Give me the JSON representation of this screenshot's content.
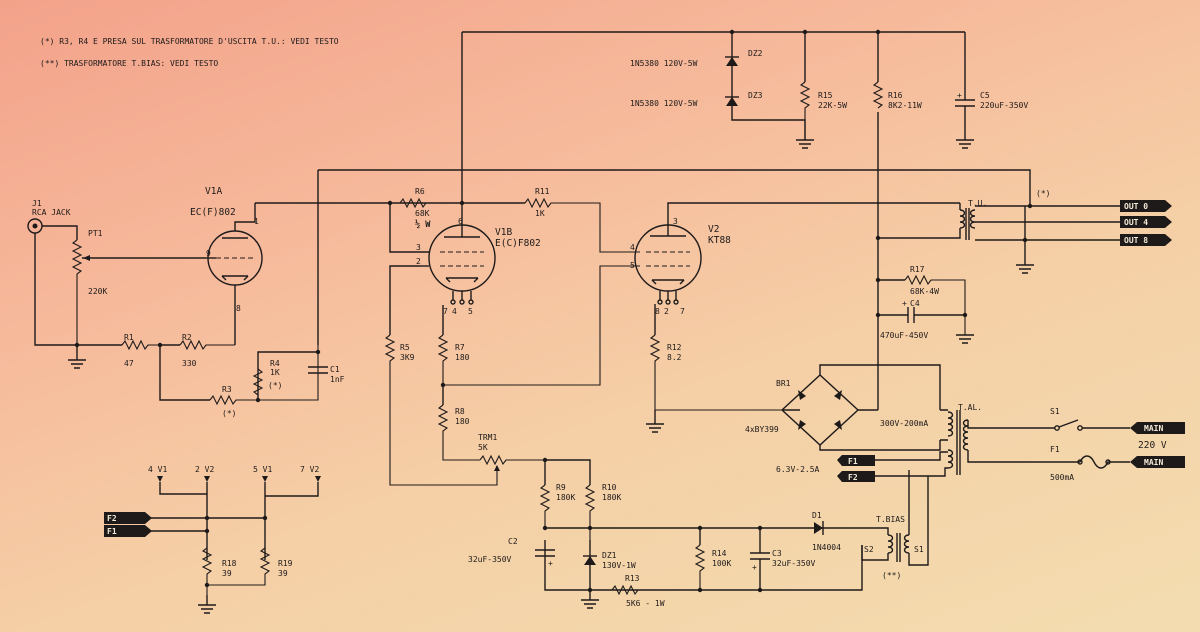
{
  "notes": {
    "note1": "(*) R3, R4 E PRESA SUL TRASFORMATORE D'USCITA T.U.: VEDI TESTO",
    "note2": "(**) TRASFORMATORE T.BIAS: VEDI TESTO"
  },
  "input": {
    "jack_ref": "J1",
    "jack_label": "RCA JACK",
    "pot_ref": "PT1",
    "pot_value": "220K"
  },
  "tubes": {
    "v1a_ref": "V1A",
    "v1a_type": "EC(F)802",
    "v1b_ref": "V1B",
    "v1b_type": "E(C)F802",
    "v2_ref": "V2",
    "v2_type": "KT88"
  },
  "pins": {
    "v1a_1": "1",
    "v1a_9": "9",
    "v1a_8": "8",
    "v1b_6": "6",
    "v1b_3": "3",
    "v1b_2": "2",
    "v1b_7": "7",
    "v1b_4": "4",
    "v1b_5": "5",
    "v2_3": "3",
    "v2_4": "4",
    "v2_5": "5",
    "v2_8": "8",
    "v2_2": "2",
    "v2_7": "7"
  },
  "resistors": {
    "r1_ref": "R1",
    "r1_val": "47",
    "r2_ref": "R2",
    "r2_val": "330",
    "r3_ref": "R3",
    "r3_val": "(*)",
    "r4_ref": "R4",
    "r4_val": "1K",
    "r4_note": "(*)",
    "r5_ref": "R5",
    "r5_val": "3K9",
    "r6_ref": "R6",
    "r6_val": "68K",
    "r6_watt": "½ W",
    "r7_ref": "R7",
    "r7_val": "180",
    "r8_ref": "R8",
    "r8_val": "180",
    "r9_ref": "R9",
    "r9_val": "180K",
    "r10_ref": "R10",
    "r10_val": "180K",
    "r11_ref": "R11",
    "r11_val": "1K",
    "r12_ref": "R12",
    "r12_val": "8.2",
    "r13_ref": "R13",
    "r13_val": "5K6 - 1W",
    "r14_ref": "R14",
    "r14_val": "100K",
    "r15_ref": "R15",
    "r15_val": "22K-5W",
    "r16_ref": "R16",
    "r16_val": "8K2-11W",
    "r17_ref": "R17",
    "r17_val": "68K-4W",
    "r18_ref": "R18",
    "r18_val": "39",
    "r19_ref": "R19",
    "r19_val": "39"
  },
  "capacitors": {
    "c1_ref": "C1",
    "c1_val": "1nF",
    "c2_ref": "C2",
    "c2_val": "32uF-350V",
    "c3_ref": "C3",
    "c3_val": "32uF-350V",
    "c4_ref": "C4",
    "c4_val": "470uF-450V",
    "c5_ref": "C5",
    "c5_val": "220uF-350V"
  },
  "semis": {
    "dz1_ref": "DZ1",
    "dz1_val": "130V-1W",
    "dz2_ref": "DZ2",
    "dz2_val": "1N5380 120V-5W",
    "dz3_ref": "DZ3",
    "dz3_val": "1N5380 120V-5W",
    "d1_ref": "D1",
    "d1_val": "1N4004",
    "br1_ref": "BR1",
    "br1_val": "4xBY399",
    "trm1_ref": "TRM1",
    "trm1_val": "5K"
  },
  "transformers": {
    "tu_ref": "T.U.",
    "tu_note": "(*)",
    "tal_ref": "T.AL.",
    "tal_hv": "300V-200mA",
    "tal_lv": "6.3V-2.5A",
    "tbias_ref": "T.BIAS",
    "tbias_s2": "S2",
    "tbias_s1": "S1",
    "tbias_note": "(**)"
  },
  "outputs": {
    "out0": "OUT 0",
    "out4": "OUT 4",
    "out8": "OUT 8"
  },
  "mains": {
    "main1": "MAIN",
    "main2": "MAIN",
    "voltage": "220 V",
    "s1_ref": "S1",
    "f1_ref": "F1",
    "f1_val": "500mA",
    "f1_box": "F1",
    "f2_box": "F2"
  },
  "heaters": {
    "h_4v1": "4 V1",
    "h_2v2": "2 V2",
    "h_5v1": "5 V1",
    "h_7v2": "7 V2",
    "f2_box": "F2",
    "f1_box": "F1"
  },
  "colors": {
    "ink": "#1e1a1a",
    "paper_top": "#f3a28a",
    "paper_bottom": "#f3ddb0"
  }
}
